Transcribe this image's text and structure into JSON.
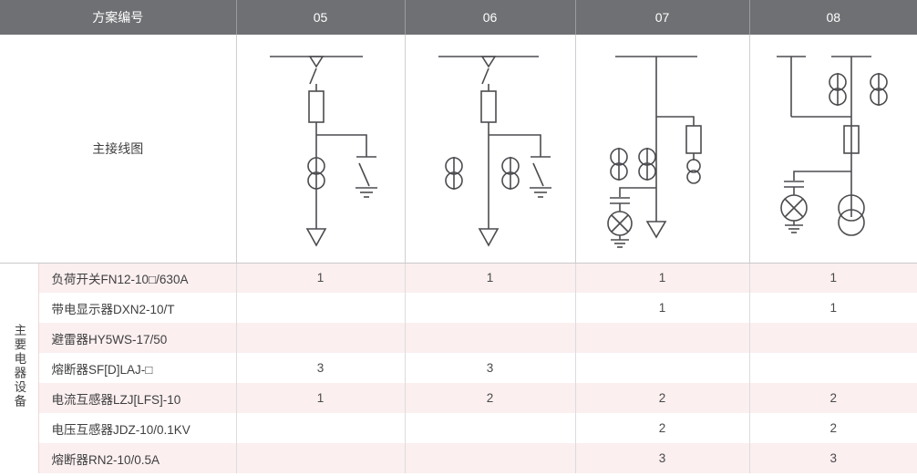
{
  "header": {
    "row_label": "方案编号",
    "columns": [
      "05",
      "06",
      "07",
      "08"
    ]
  },
  "diagram": {
    "label": "主接线图",
    "schemes": [
      {
        "id": "05",
        "elements": [
          "busbar",
          "load-switch",
          "fuse",
          "current-transformer-x2-stack",
          "earthing-switch",
          "outgoing-arrow"
        ]
      },
      {
        "id": "06",
        "elements": [
          "busbar",
          "load-switch",
          "fuse",
          "current-transformer-x2-stack",
          "current-transformer-x2-stack",
          "earthing-switch",
          "outgoing-arrow"
        ]
      },
      {
        "id": "07",
        "elements": [
          "busbar",
          "current-transformer-x2-stack",
          "current-transformer-x2-stack",
          "fuse-branch",
          "small-transformer",
          "capacitor",
          "arrester-circle-x",
          "earth",
          "outgoing-arrow"
        ]
      },
      {
        "id": "08",
        "elements": [
          "busbar-stub-left",
          "busbar-stub-right",
          "current-transformer-x2-stack",
          "current-transformer-x2-stack",
          "fuse",
          "capacitor",
          "arrester-circle-x",
          "earth",
          "two-winding-transformer"
        ]
      }
    ]
  },
  "group": {
    "label": "主要电器设备"
  },
  "table": {
    "rows": [
      {
        "name": "负荷开关FN12-10□/630A",
        "values": [
          "1",
          "1",
          "1",
          "1"
        ]
      },
      {
        "name": "带电显示器DXN2-10/T",
        "values": [
          "",
          "",
          "1",
          "1"
        ]
      },
      {
        "name": "避雷器HY5WS-17/50",
        "values": [
          "",
          "",
          "",
          ""
        ]
      },
      {
        "name": "熔断器SF[D]LAJ-□",
        "values": [
          "3",
          "3",
          "",
          ""
        ]
      },
      {
        "name": "电流互感器LZJ[LFS]-10",
        "values": [
          "1",
          "2",
          "2",
          "2"
        ]
      },
      {
        "name": "电压互感器JDZ-10/0.1KV",
        "values": [
          "",
          "",
          "2",
          "2"
        ]
      },
      {
        "name": "熔断器RN2-10/0.5A",
        "values": [
          "",
          "",
          "3",
          "3"
        ]
      }
    ]
  },
  "colors": {
    "header_bg": "#6f7073",
    "header_text": "#ffffff",
    "stripe_bg": "#fbeff0",
    "plain_bg": "#ffffff",
    "line": "#4c4c50",
    "grid": "#dcdcdf"
  }
}
